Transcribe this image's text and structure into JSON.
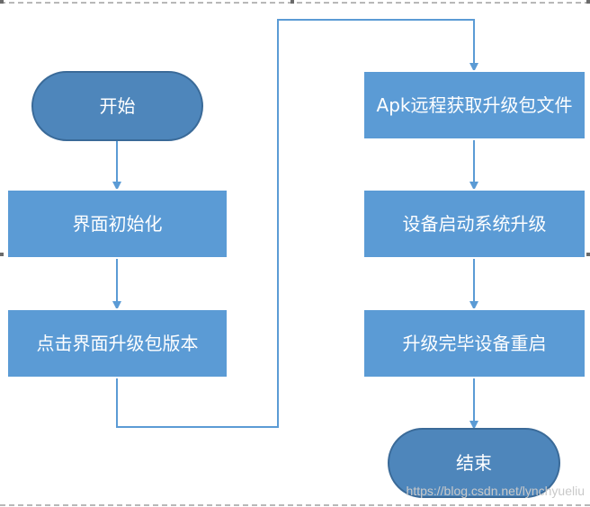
{
  "diagram": {
    "nodes": {
      "start": "开始",
      "init_ui": "界面初始化",
      "click_upgrade": "点击界面升级包版本",
      "apk_fetch": "Apk远程获取升级包文件",
      "device_upgrade": "设备启动系统升级",
      "upgrade_done_reboot": "升级完毕设备重启",
      "end": "结束"
    },
    "colors": {
      "terminal_fill": "#4e86bb",
      "terminal_stroke": "#3a6a98",
      "process_fill": "#5b9bd5",
      "process_stroke": "#ffffff",
      "connector": "#5b9bd5"
    }
  },
  "watermark": "https://blog.csdn.net/lynchyueliu"
}
